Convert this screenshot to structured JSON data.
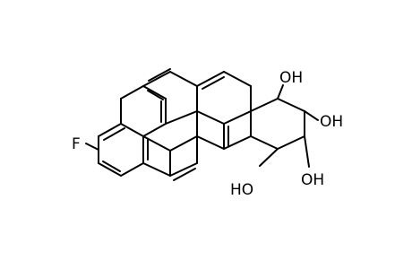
{
  "molecule": {
    "labels": {
      "fluorine": "F",
      "hydroxyl_top": "OH",
      "hydroxyl_right": "OH",
      "hydroxyl_bottom_right": "OH",
      "hydroxyl_bottom_left": "HO"
    }
  },
  "colors": {
    "bond": "#000000",
    "text": "#000000",
    "background": "#ffffff"
  }
}
